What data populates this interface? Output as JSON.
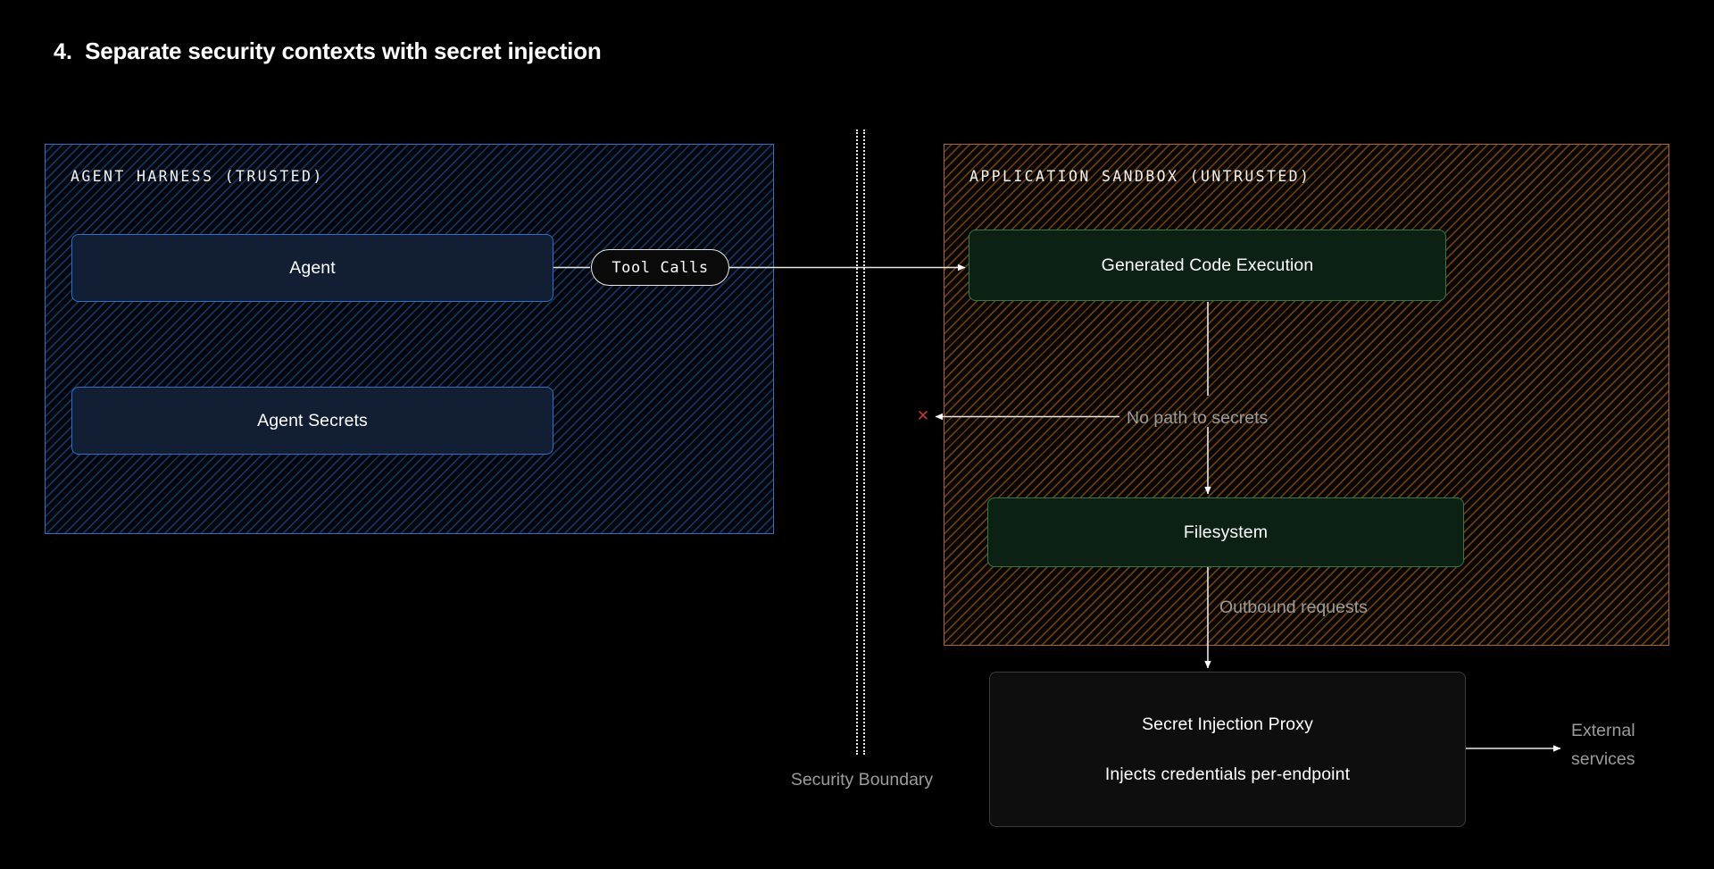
{
  "title": {
    "number": "4.",
    "text": "Separate security contexts with secret injection"
  },
  "zones": {
    "trusted": {
      "label": "AGENT HARNESS (TRUSTED)",
      "border_color": "#2f6fc4",
      "hatch_color": "#2f6fc4"
    },
    "untrusted": {
      "label": "APPLICATION SANDBOX (UNTRUSTED)",
      "border_color": "#a8651b",
      "hatch_color": "#b26a1e"
    }
  },
  "nodes": {
    "agent": {
      "label": "Agent"
    },
    "agent_secrets": {
      "label": "Agent Secrets"
    },
    "code_execution": {
      "label": "Generated Code Execution"
    },
    "filesystem": {
      "label": "Filesystem"
    },
    "secret_proxy": {
      "label": "Secret Injection Proxy",
      "sublabel": "Injects credentials per-endpoint"
    }
  },
  "edges": {
    "tool_calls": "Tool Calls",
    "no_path_to_secrets": "No path to secrets",
    "outbound_requests": "Outbound requests",
    "external_services": "External services",
    "blocked_marker": "✕"
  },
  "boundary": {
    "label": "Security Boundary"
  },
  "colors": {
    "background": "#000000",
    "text_primary": "#ffffff",
    "text_muted": "#9b9b9b",
    "trusted_accent": "#2f6fc4",
    "untrusted_accent": "#a8651b",
    "node_green_border": "#2f7a42",
    "node_green_fill": "#0c2114",
    "node_blue_fill": "#111e33",
    "blocked_red": "#c0392b"
  }
}
